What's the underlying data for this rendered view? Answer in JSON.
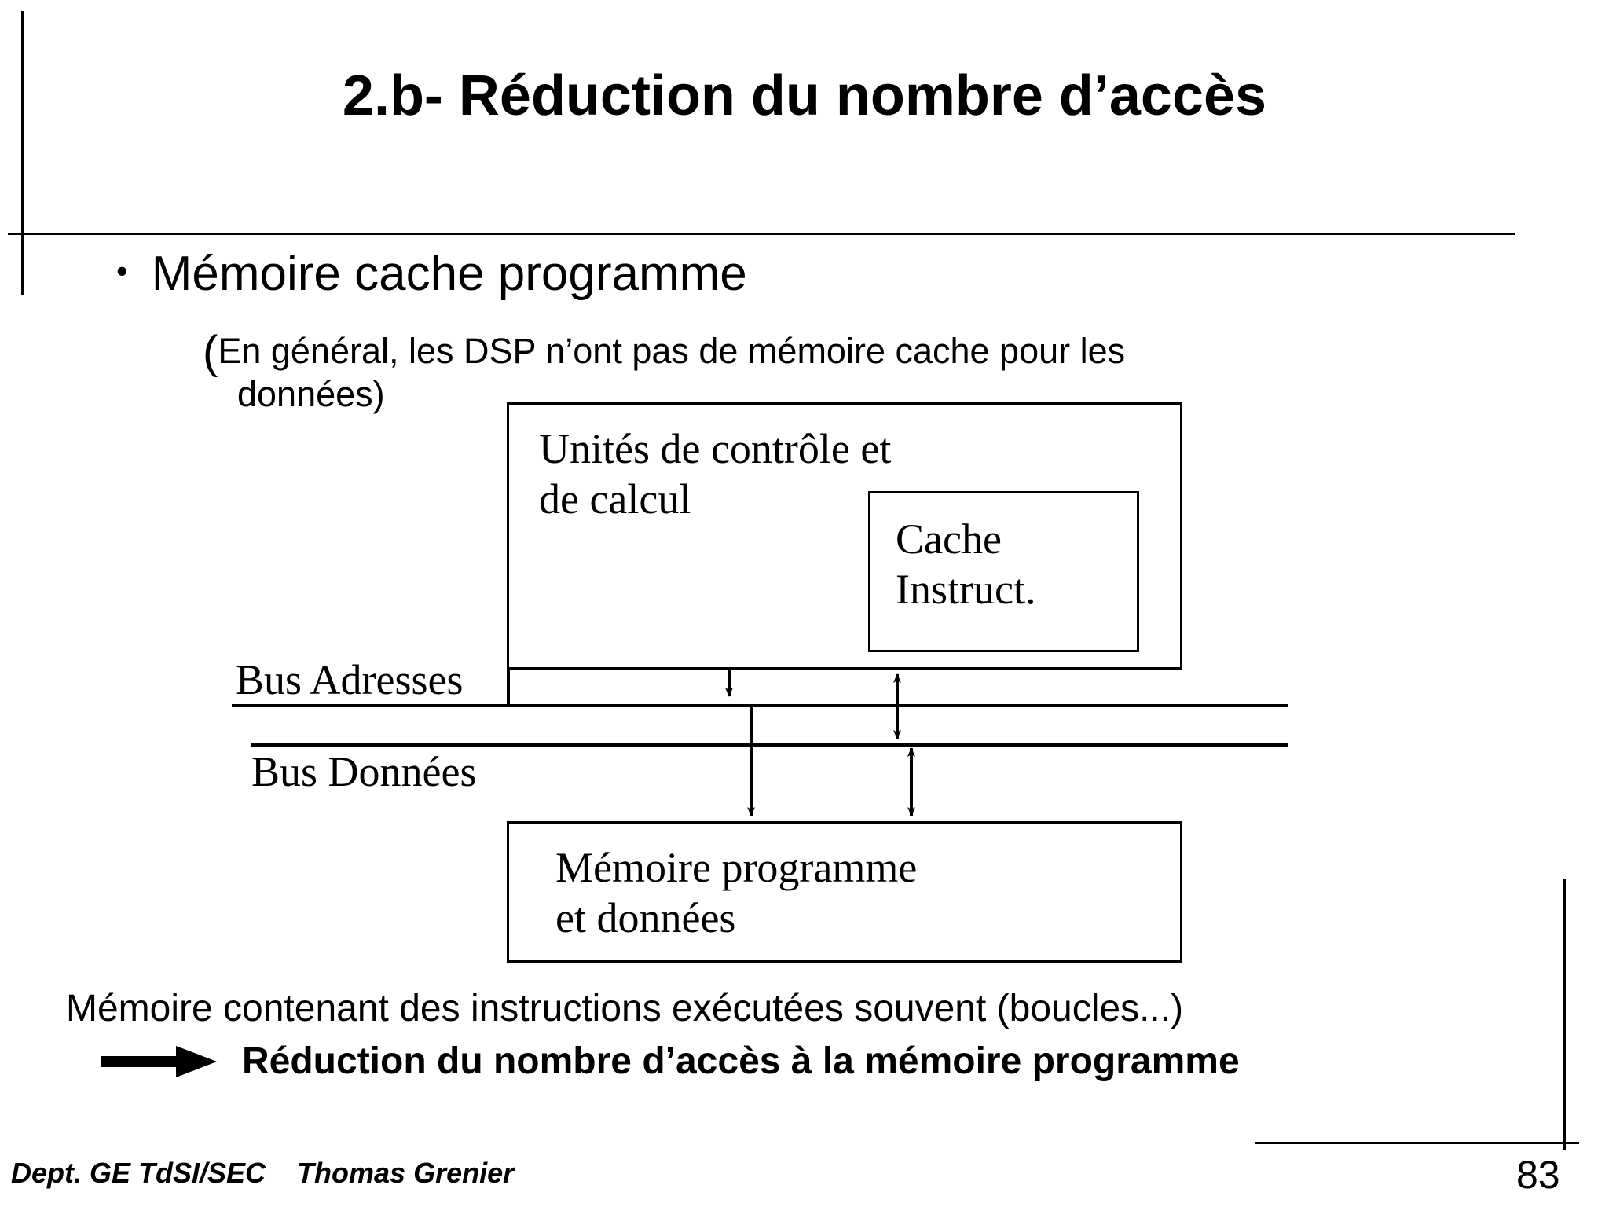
{
  "slide": {
    "title": "2.b- Réduction du nombre d’accès",
    "page_number": "83",
    "footer_credit": "Dept. GE TdSI/SEC    Thomas Grenier"
  },
  "body": {
    "bullet_marker": "•",
    "bullet_text": "Mémoire cache programme",
    "note_open_paren": "(",
    "note_line1": "En général, les DSP n’ont pas de mémoire cache pour les",
    "note_line2": "données)"
  },
  "diagram": {
    "cpu_box_label": "Unités de contrôle et\nde calcul",
    "cache_box_label": "Cache\nInstruct.",
    "memory_box_label": "Mémoire programme\net données",
    "bus_address_label": "Bus Adresses",
    "bus_data_label": "Bus Données",
    "arrows": [
      {
        "name": "cpu-to-address-bus",
        "direction": "down"
      },
      {
        "name": "cache-to-address-bus",
        "direction": "up"
      },
      {
        "name": "address-bus-to-memory",
        "direction": "down"
      },
      {
        "name": "cache-to-data-bus",
        "direction": "both"
      },
      {
        "name": "data-bus-to-memory",
        "direction": "both"
      }
    ]
  },
  "conclusion": {
    "line1": "Mémoire contenant des instructions exécutées souvent (boucles...)",
    "arrow_glyph": "⟹",
    "line2": "Réduction du nombre d’accès à la mémoire programme"
  },
  "colors": {
    "ink": "#000000",
    "background": "#ffffff"
  }
}
